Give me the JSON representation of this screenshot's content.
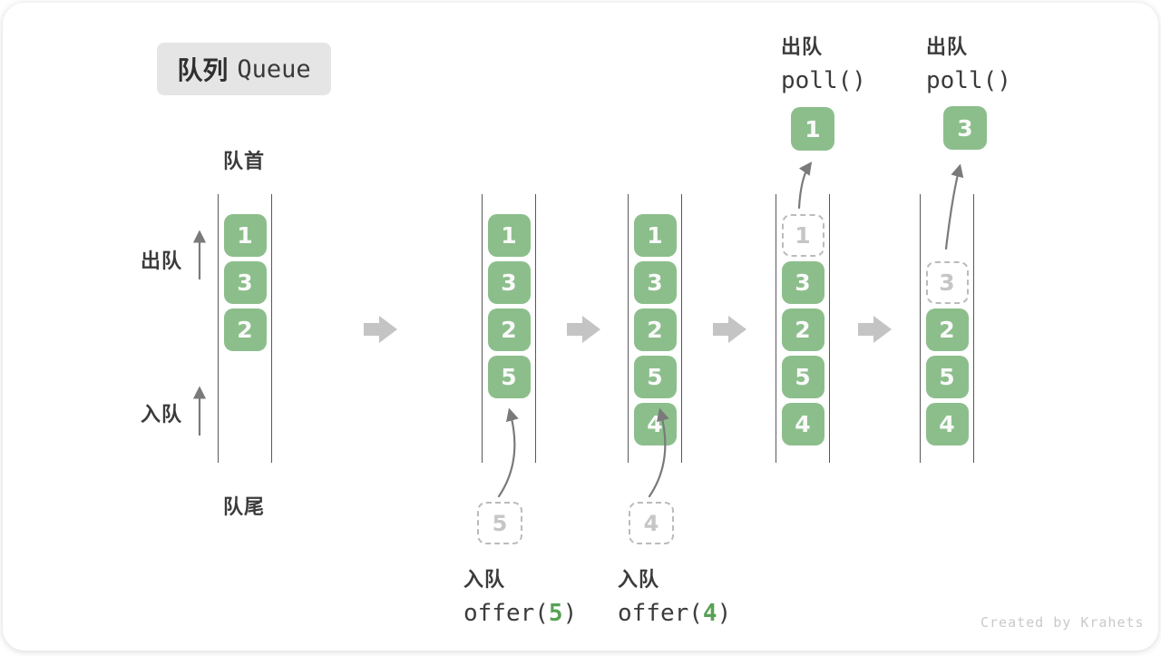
{
  "title": {
    "zh": "队列",
    "en": "Queue"
  },
  "labels": {
    "front": "队首",
    "rear": "队尾",
    "dequeue": "出队",
    "enqueue": "入队"
  },
  "queues": [
    {
      "slots": [
        {
          "v": "1",
          "style": "green"
        },
        {
          "v": "3",
          "style": "green"
        },
        {
          "v": "2",
          "style": "green"
        }
      ]
    },
    {
      "slots": [
        {
          "v": "1",
          "style": "green"
        },
        {
          "v": "3",
          "style": "green"
        },
        {
          "v": "2",
          "style": "green"
        },
        {
          "v": "5",
          "style": "green"
        }
      ]
    },
    {
      "slots": [
        {
          "v": "1",
          "style": "green"
        },
        {
          "v": "3",
          "style": "green"
        },
        {
          "v": "2",
          "style": "green"
        },
        {
          "v": "5",
          "style": "green"
        },
        {
          "v": "4",
          "style": "green"
        }
      ]
    },
    {
      "slots": [
        {
          "v": "1",
          "style": "dashed"
        },
        {
          "v": "3",
          "style": "green"
        },
        {
          "v": "2",
          "style": "green"
        },
        {
          "v": "5",
          "style": "green"
        },
        {
          "v": "4",
          "style": "green"
        }
      ]
    },
    {
      "slots": [
        {
          "v": "",
          "style": "empty"
        },
        {
          "v": "3",
          "style": "dashed"
        },
        {
          "v": "2",
          "style": "green"
        },
        {
          "v": "5",
          "style": "green"
        },
        {
          "v": "4",
          "style": "green"
        }
      ]
    }
  ],
  "enqueue_ops": [
    {
      "label": "入队",
      "code_fn": "offer(",
      "code_arg": "5",
      "code_close": ")",
      "pending_value": "5"
    },
    {
      "label": "入队",
      "code_fn": "offer(",
      "code_arg": "4",
      "code_close": ")",
      "pending_value": "4"
    }
  ],
  "dequeue_ops": [
    {
      "label": "出队",
      "code": "poll()",
      "removed_value": "1"
    },
    {
      "label": "出队",
      "code": "poll()",
      "removed_value": "3"
    }
  ],
  "watermark": "Created by Krahets",
  "colors": {
    "box_green": "#8CBE8C",
    "box_text": "#FAFAFA",
    "code_arg_green": "#57A157",
    "block_arrow_gray": "#C4C4C4",
    "thin_arrow_gray": "#7A7A7A",
    "dashed_border": "#BBBBBB",
    "dashed_text": "#C6C6C6",
    "title_bg": "#E5E5E5",
    "text_dark": "#3B3B3B"
  }
}
